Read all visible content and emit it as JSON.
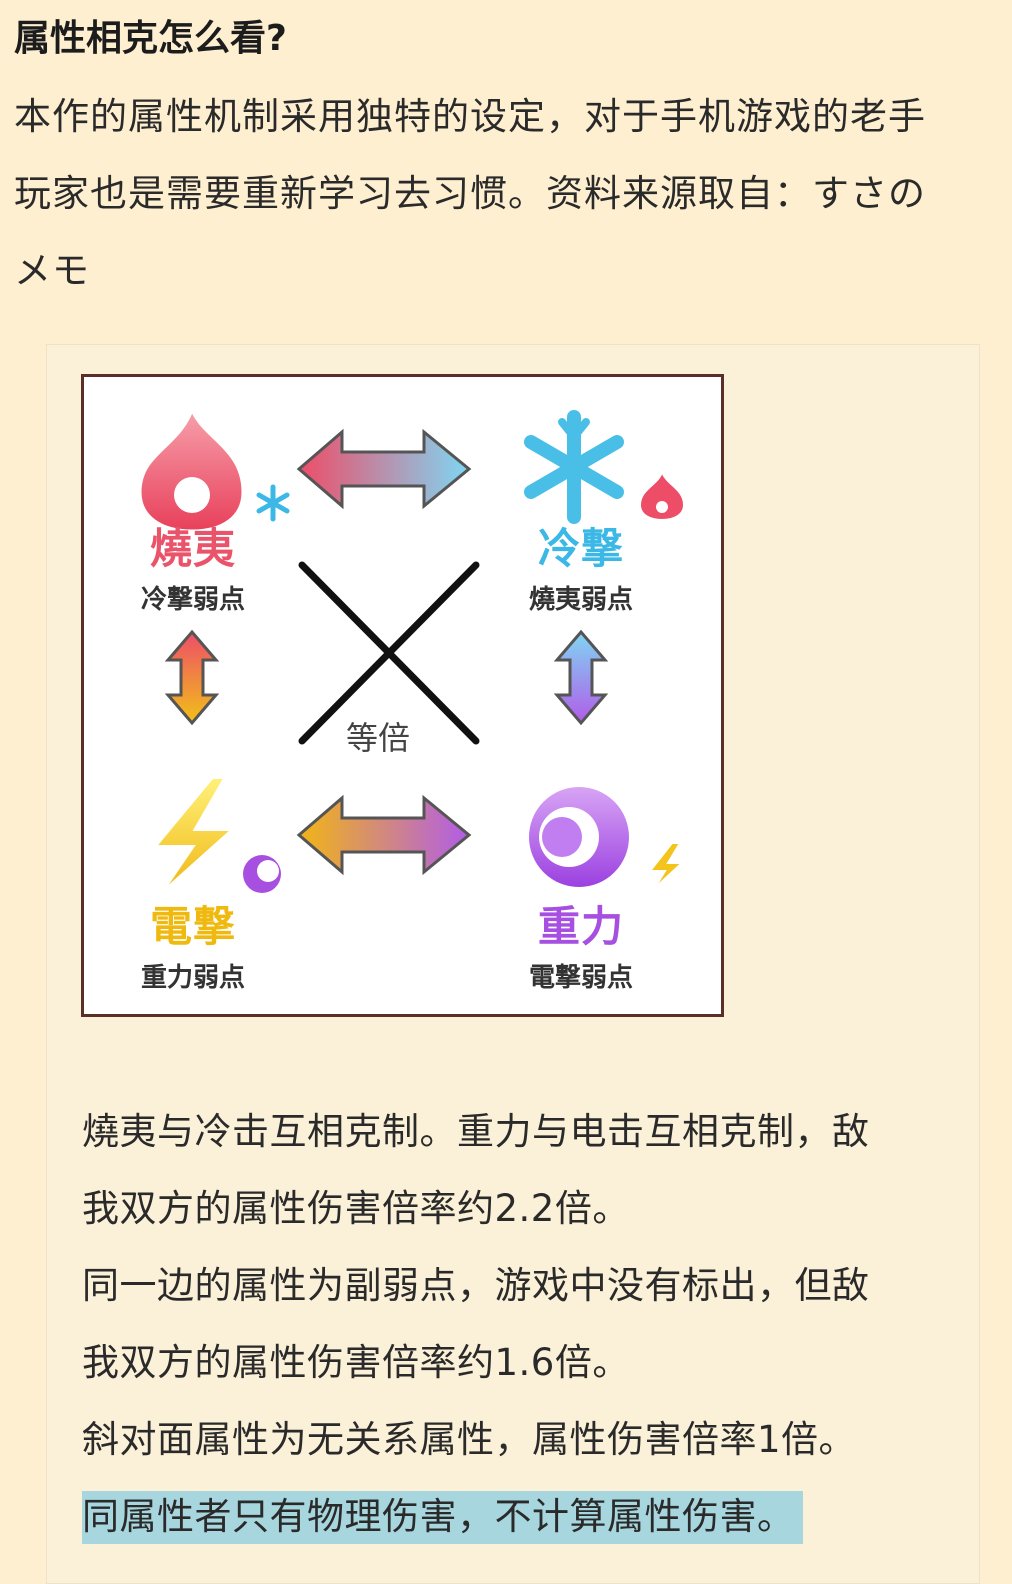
{
  "article": {
    "title": "属性相克怎么看?",
    "intro_lines": [
      "本作的属性机制采用独特的设定，对于手机游戏的老手",
      "玩家也是需要重新学习去习惯。资料来源取自：すさの",
      "メモ"
    ]
  },
  "diagram": {
    "elements": [
      {
        "name": "燒夷",
        "weakness": "冷撃弱点",
        "color": "#e9546b",
        "icon": "flame-icon"
      },
      {
        "name": "冷撃",
        "weakness": "燒夷弱点",
        "color": "#3cb8e6",
        "icon": "snowflake-icon"
      },
      {
        "name": "電撃",
        "weakness": "重力弱点",
        "color": "#f0b90f",
        "icon": "lightning-icon"
      },
      {
        "name": "重力",
        "weakness": "電撃弱点",
        "color": "#a64fe0",
        "icon": "crescent-icon"
      }
    ],
    "center_label": "等倍"
  },
  "body": {
    "paragraph_lines": [
      "燒夷与冷击互相克制。重力与电击互相克制，敌",
      "我双方的属性伤害倍率约2.2倍。",
      "同一边的属性为副弱点，游戏中没有标出，但敌",
      "我双方的属性伤害倍率约1.6倍。",
      "斜对面属性为无关系属性，属性伤害倍率1倍。"
    ],
    "highlighted_line": "同属性者只有物理伤害，不计算属性伤害。",
    "highlight_color": "#a7d6de"
  },
  "colors": {
    "page_background": "#fdefd0",
    "quote_background": "#fbf0d8",
    "figure_border": "#5a2f28"
  }
}
